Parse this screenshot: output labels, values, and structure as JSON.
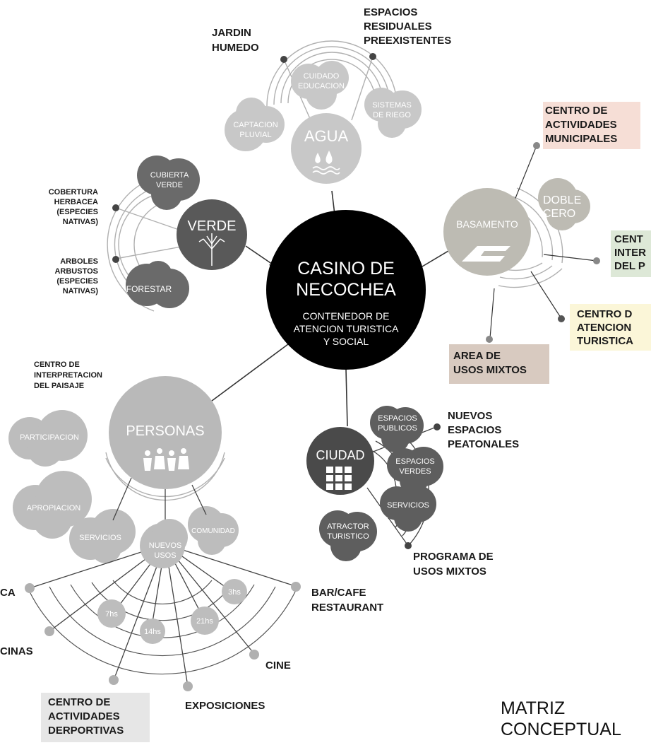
{
  "center": {
    "title": [
      "CASINO DE",
      "NECOCHEA"
    ],
    "subtitle": [
      "CONTENEDOR DE",
      "ATENCION TURISTICA",
      "Y SOCIAL"
    ]
  },
  "agua": {
    "hub": "AGUA",
    "bubbles": {
      "captacion": [
        "CAPTACION",
        "PLUVIAL"
      ],
      "cuidado": [
        "CUIDADO",
        "EDUCACION"
      ],
      "sistemas": [
        "SISTEMAS",
        "DE RIEGO"
      ]
    },
    "labels": {
      "jardin": [
        "JARDIN",
        "HUMEDO"
      ],
      "espacios": [
        "ESPACIOS",
        "RESIDUALES",
        "PREEXISTENTES"
      ]
    }
  },
  "verde": {
    "hub": "VERDE",
    "bubbles": {
      "cubierta": [
        "CUBIERTA",
        "VERDE"
      ],
      "forestar": [
        "FORESTAR"
      ]
    },
    "labels": {
      "cobertura": [
        "COBERTURA",
        "HERBACEA",
        "(ESPECIES",
        "NATIVAS)"
      ],
      "arboles": [
        "ARBOLES",
        "ARBUSTOS",
        "(ESPECIES",
        "NATIVAS)"
      ]
    }
  },
  "basamento": {
    "hub": "BASAMENTO",
    "bubbles": {
      "doble": [
        "DOBLE",
        "CERO"
      ]
    },
    "labels": {
      "municipales": [
        "CENTRO DE",
        "ACTIVIDADES",
        "MUNICIPALES"
      ],
      "interp": [
        "CENT",
        "INTER",
        "DEL P"
      ],
      "atencion": [
        "CENTRO D",
        "ATENCION",
        "TURISTICA"
      ],
      "mixtos": [
        "AREA DE",
        "USOS MIXTOS"
      ]
    }
  },
  "ciudad": {
    "hub": "CIUDAD",
    "bubbles": {
      "publicos": [
        "ESPACIOS",
        "PUBLICOS"
      ],
      "verdes": [
        "ESPACIOS",
        "VERDES"
      ],
      "servicios": [
        "SERVICIOS"
      ],
      "atractor": [
        "ATRACTOR",
        "TURISTICO"
      ]
    },
    "labels": {
      "nuevos": [
        "NUEVOS",
        "ESPACIOS",
        "PEATONALES"
      ],
      "programa": [
        "PROGRAMA DE",
        "USOS MIXTOS"
      ]
    }
  },
  "personas": {
    "hub": "PERSONAS",
    "note": [
      "CENTRO DE",
      "INTERPRETACION",
      "DEL PAISAJE"
    ],
    "bubbles": {
      "participacion": [
        "PARTICIPACION"
      ],
      "apropiacion": [
        "APROPIACION"
      ],
      "servicios": [
        "SERVICIOS"
      ],
      "comunidad": [
        "COMUNIDAD"
      ],
      "nuevos": [
        "NUEVOS",
        "USOS"
      ]
    },
    "times": [
      "7hs",
      "14hs",
      "21hs",
      "3hs"
    ],
    "labels": {
      "ca": [
        "CA"
      ],
      "cinas": [
        "CINAS"
      ],
      "deportivas": [
        "CENTRO DE",
        "ACTIVIDADES",
        "DERPORTIVAS"
      ],
      "exposiciones": [
        "EXPOSICIONES"
      ],
      "cine": [
        "CINE"
      ],
      "bar": [
        "BAR/CAFE",
        "RESTAURANT"
      ]
    }
  },
  "footer": [
    "MATRIZ",
    "CONCEPTUAL"
  ],
  "colors": {
    "center": "#000000",
    "hub_dark": "#595959",
    "bubble_dark": "#6e6e6e",
    "bubble_light": "#c6c6c6",
    "agua_hub": "#c8c8c8",
    "basamento": "#bdbbb3",
    "ciudad_hub": "#4a4a4a",
    "ciudad_bubble": "#5e5e5e",
    "personas": "#b9b9b9",
    "line": "#333333",
    "arc": "#b0b0b0",
    "tag_pink": "#f6ded6",
    "tag_green": "#dde8d7",
    "tag_yellow": "#fbf6d8",
    "tag_tan": "#d8cac0",
    "tag_gray": "#e6e6e6"
  }
}
